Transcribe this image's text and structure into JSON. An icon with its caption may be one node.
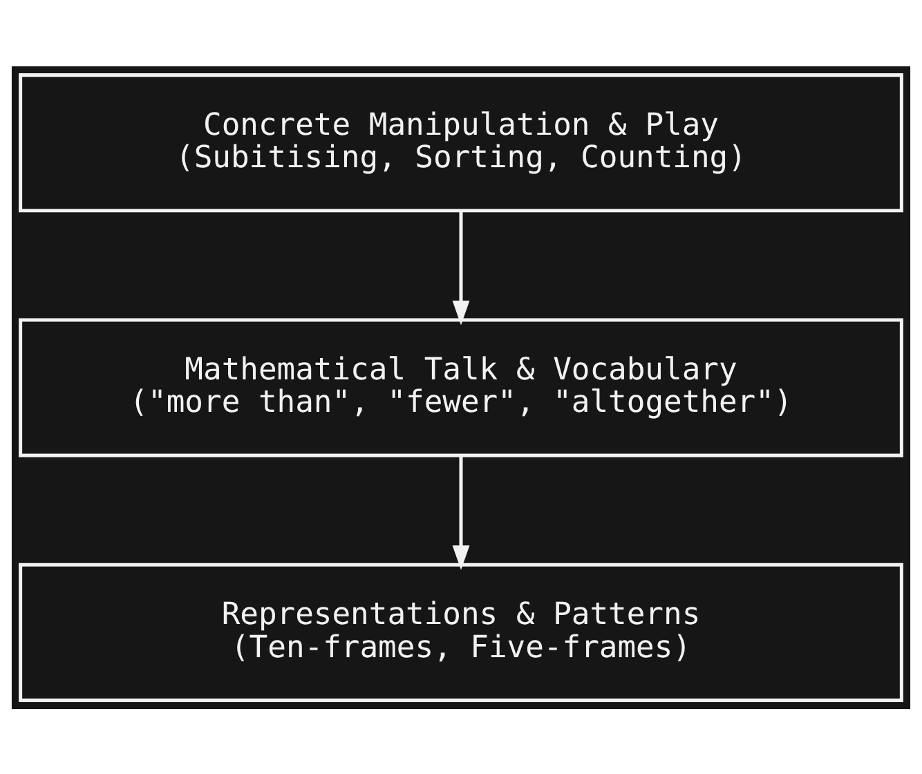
{
  "diagram": {
    "nodes": [
      {
        "text": [
          "Concrete Manipulation & Play",
          "(Subitising, Sorting, Counting)"
        ]
      },
      {
        "text": [
          "Mathematical Talk & Vocabulary",
          "(\"more than\", \"fewer\", \"altogether\")"
        ]
      },
      {
        "text": [
          "Representations & Patterns",
          "(Ten-frames, Five-frames)"
        ]
      }
    ],
    "edges": [
      {
        "from": 0,
        "to": 1,
        "arrow": "to"
      },
      {
        "from": 1,
        "to": 2,
        "arrow": "to"
      }
    ]
  }
}
